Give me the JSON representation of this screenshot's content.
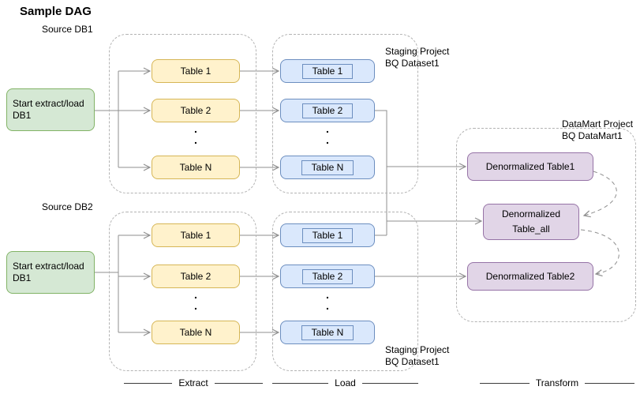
{
  "title": "Sample DAG",
  "dots_column": ".\n.",
  "colors": {
    "start_fill": "#d5e8d4",
    "start_stroke": "#82b366",
    "extract_fill": "#fff2cc",
    "extract_stroke": "#d6b656",
    "load_fill": "#dae8fc",
    "load_stroke": "#6c8ebf",
    "mart_fill": "#e1d5e7",
    "mart_stroke": "#9673a6",
    "edge": "#8f8f8f",
    "group_border": "#b3b3b3"
  },
  "pipelines": [
    {
      "source_label": "Source DB1",
      "start_label": "Start extract/load\nDB1",
      "extract_tables": [
        "Table 1",
        "Table 2",
        "Table N"
      ],
      "load_tables": [
        "Table 1",
        "Table 2",
        "Table N"
      ],
      "staging_label": "Staging Project\nBQ Dataset1"
    },
    {
      "source_label": "Source DB2",
      "start_label": "Start extract/load\nDB1",
      "extract_tables": [
        "Table 1",
        "Table 2",
        "Table N"
      ],
      "load_tables": [
        "Table 1",
        "Table 2",
        "Table N"
      ],
      "staging_label": "Staging Project\nBQ Dataset1"
    }
  ],
  "datamart": {
    "label": "DataMart Project\nBQ DataMart1",
    "table1": "Denormalized Table1",
    "table_all": "Denormalized\nTable_all",
    "table2": "Denormalized Table2"
  },
  "stages": {
    "extract": "Extract",
    "load": "Load",
    "transform": "Transform"
  }
}
